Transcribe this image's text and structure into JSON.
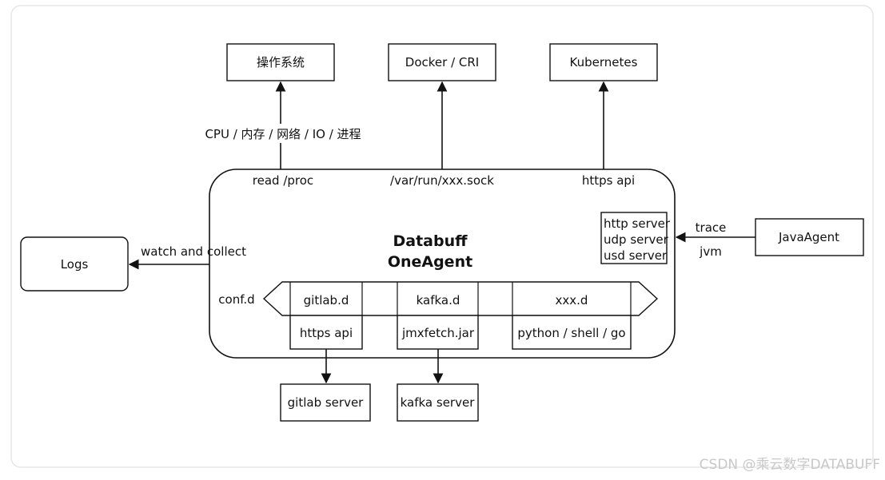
{
  "nodes": {
    "os": "操作系统",
    "docker": "Docker / CRI",
    "kubernetes": "Kubernetes",
    "logs": "Logs",
    "javaagent": "JavaAgent",
    "gitlab_server": "gitlab server",
    "kafka_server": "kafka server"
  },
  "agent": {
    "title_line1": "Databuff",
    "title_line2": "OneAgent",
    "read_proc": "read /proc",
    "sock": "/var/run/xxx.sock",
    "https_api_top": "https api",
    "servers": [
      "http server",
      "udp server",
      "usd server"
    ],
    "conf_d": "conf.d",
    "plugins": [
      "gitlab.d",
      "kafka.d",
      "xxx.d"
    ],
    "plugin_impls": [
      "https api",
      "jmxfetch.jar",
      "python / shell / go"
    ]
  },
  "edges": {
    "cpu_label": "CPU / 内存 / 网络 / IO / 进程",
    "watch_collect": "watch and collect",
    "trace": "trace",
    "jvm": "jvm"
  },
  "watermark": "CSDN @乘云数字DATABUFF"
}
